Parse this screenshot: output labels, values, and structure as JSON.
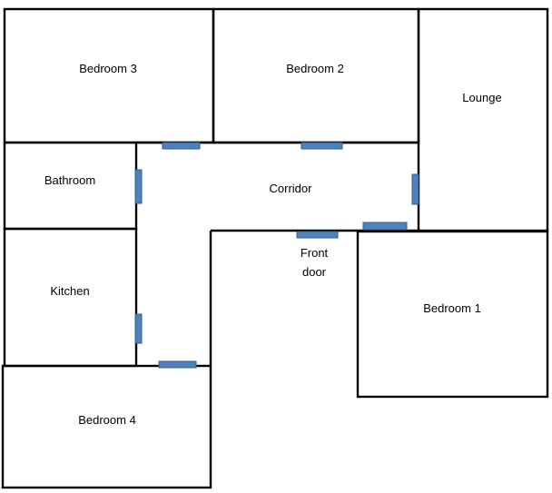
{
  "floor_plan": {
    "rooms": {
      "bedroom_3": "Bedroom 3",
      "bedroom_2": "Bedroom 2",
      "lounge": "Lounge",
      "bathroom": "Bathroom",
      "corridor": "Corridor",
      "front_door_line1": "Front",
      "front_door_line2": "door",
      "kitchen": "Kitchen",
      "bedroom_1": "Bedroom 1",
      "bedroom_4": "Bedroom 4"
    },
    "colors": {
      "wall": "#000000",
      "door": "#4f81bd"
    }
  }
}
